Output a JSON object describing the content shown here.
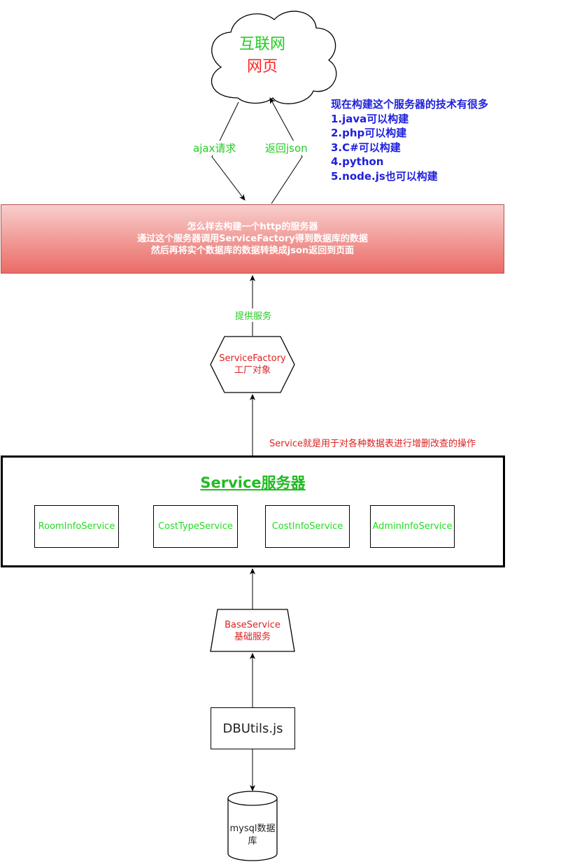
{
  "cloud": {
    "line1": "互联网",
    "line2": "网页"
  },
  "edges": {
    "ajax_label": "ajax请求",
    "return_label": "返回json",
    "provide_label": "提供服务",
    "service_note": "Service就是用于对各种数据表进行增删改查的操作"
  },
  "tech_list": {
    "title": "现在构建这个服务器的技术有很多",
    "items": [
      "1.java可以构建",
      "2.php可以构建",
      "3.C#可以构建",
      "4.python",
      "5.node.js也可以构建"
    ]
  },
  "http_server": {
    "lines": [
      "怎么样去构建一个http的服务器",
      "通过这个服务器调用ServiceFactory得到数据库的数据",
      "然后再将实个数据库的数据转换成json返回到页面"
    ]
  },
  "service_factory": {
    "line1": "ServiceFactory",
    "line2": "工厂对象"
  },
  "service_server": {
    "title": "Service服务器",
    "services": [
      "RoomInfoService",
      "CostTypeService",
      "CostInfoService",
      "AdminInfoService"
    ]
  },
  "base_service": {
    "line1": "BaseService",
    "line2": "基础服务"
  },
  "dbutils": {
    "label": "DBUtils.js"
  },
  "mysql": {
    "line1": "mysql数据",
    "line2": "库"
  },
  "colors": {
    "green": "#22cc22",
    "red": "#dd2222",
    "blue": "#1f1fdd",
    "http_fill_top": "#f8cecc",
    "http_fill_bottom": "#ea6b66",
    "http_border": "#b85450"
  }
}
